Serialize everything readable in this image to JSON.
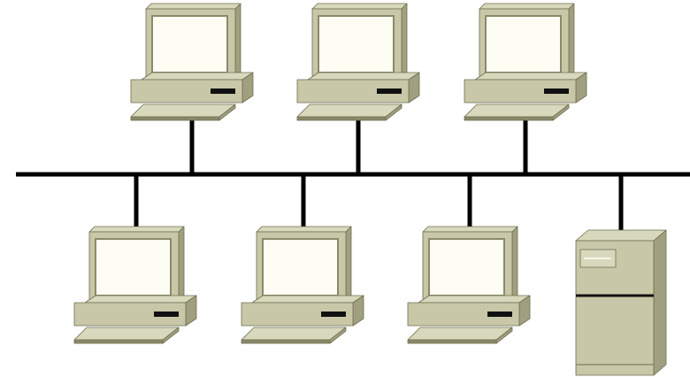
{
  "diagram": {
    "topology": "bus",
    "colors": {
      "cable": "#000000",
      "device_face": "#c8c8a8",
      "device_side": "#a0a080",
      "device_top": "#d8d8bc",
      "device_dark": "#8a8a6a",
      "screen": "#fdfdf4",
      "slot": "#111111",
      "outline": "#6e6e52"
    },
    "nodes": [
      {
        "name": "workstation-top-1",
        "kind": "workstation",
        "row": "top"
      },
      {
        "name": "workstation-top-2",
        "kind": "workstation",
        "row": "top"
      },
      {
        "name": "workstation-top-3",
        "kind": "workstation",
        "row": "top"
      },
      {
        "name": "workstation-bottom-1",
        "kind": "workstation",
        "row": "bottom"
      },
      {
        "name": "workstation-bottom-2",
        "kind": "workstation",
        "row": "bottom"
      },
      {
        "name": "workstation-bottom-3",
        "kind": "workstation",
        "row": "bottom"
      },
      {
        "name": "tower-server",
        "kind": "server",
        "row": "bottom"
      }
    ]
  }
}
